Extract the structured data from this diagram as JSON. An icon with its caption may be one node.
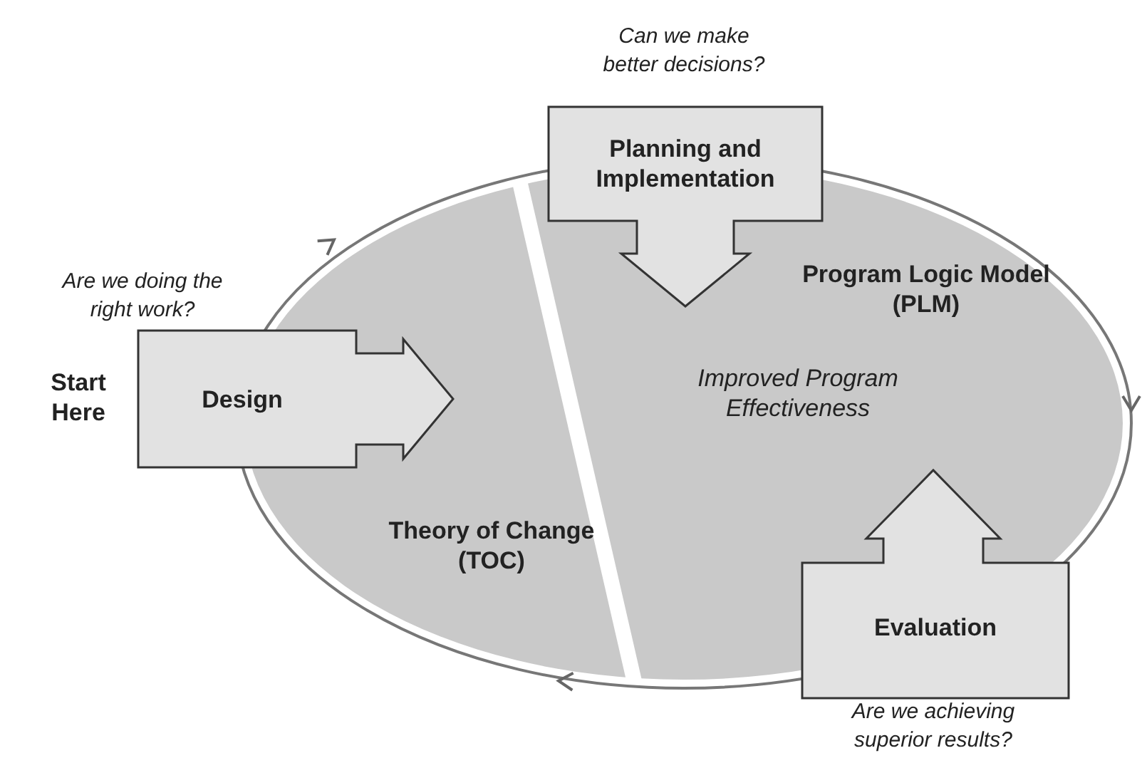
{
  "diagram": {
    "nodes": [
      {
        "text": [
          "Theory of Change (TOC)"
        ]
      },
      {
        "text": [
          "Program Logic Model (PLM)",
          "Improved Program Effectiveness"
        ]
      },
      {
        "text": [
          "Design"
        ],
        "beside": [
          "Are we doing the right work?"
        ]
      },
      {
        "text": [
          "Planning and Implementation"
        ],
        "beside": [
          "Can we make better decisions?"
        ]
      },
      {
        "text": [
          "Evaluation"
        ],
        "beside": [
          "Are we achieving superior results?"
        ]
      }
    ],
    "edges": [],
    "labels": [
      "Start Here"
    ]
  }
}
